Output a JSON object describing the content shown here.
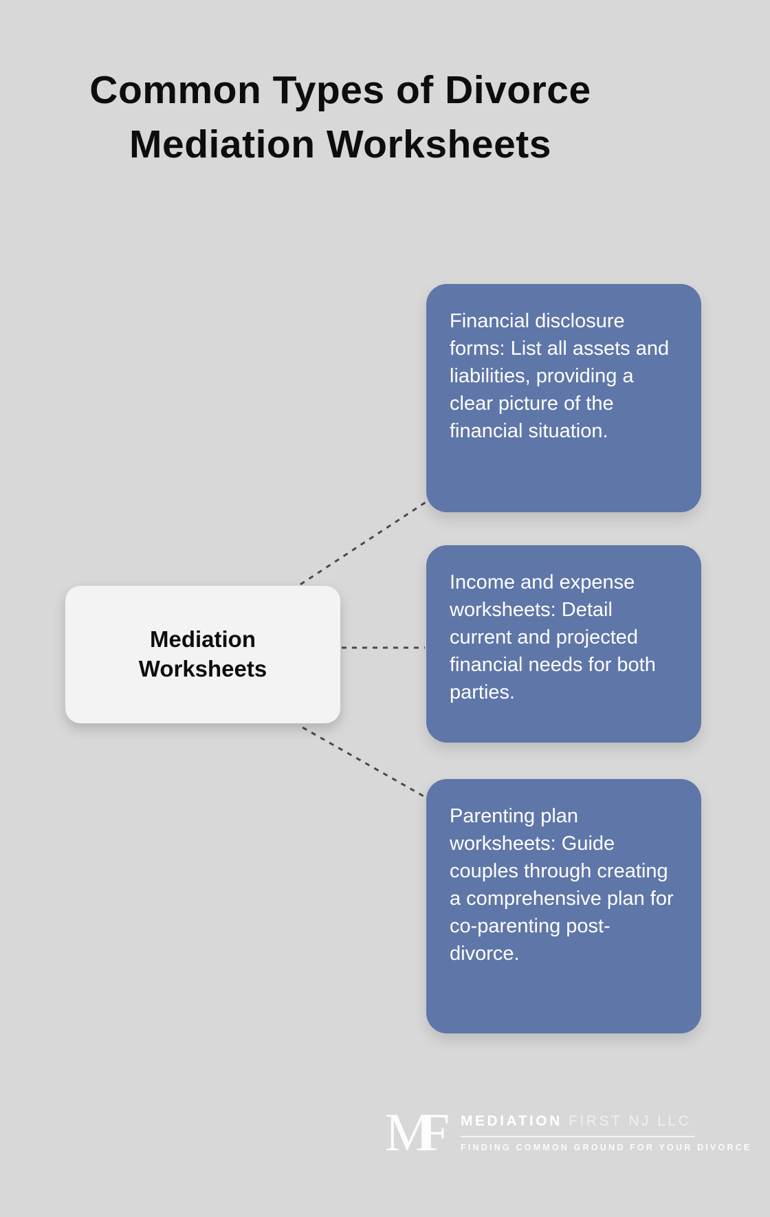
{
  "title": "Common Types of Divorce Mediation Worksheets",
  "diagram": {
    "central_node": {
      "label": "Mediation Worksheets"
    },
    "nodes": [
      {
        "id": "financial-disclosure",
        "text": "Financial disclosure forms: List all assets and liabilities, providing a clear picture of the financial situation."
      },
      {
        "id": "income-expense",
        "text": "Income and expense worksheets: Detail current and projected financial needs for both parties."
      },
      {
        "id": "parenting-plan",
        "text": "Parenting plan worksheets: Guide couples through creating a comprehensive plan for co-parenting post-divorce."
      }
    ]
  },
  "footer": {
    "monogram": "MF",
    "brand_primary": "MEDIATION",
    "brand_secondary": " FIRST NJ LLC",
    "tagline": "FINDING COMMON GROUND FOR YOUR DIVORCE"
  },
  "colors": {
    "background": "#d8d8d8",
    "leaf_node_fill": "#5f76a8",
    "central_node_fill": "#f3f3f3",
    "title_text": "#0d0d0d",
    "leaf_text": "#ffffff",
    "connector": "#4a4a4a"
  }
}
